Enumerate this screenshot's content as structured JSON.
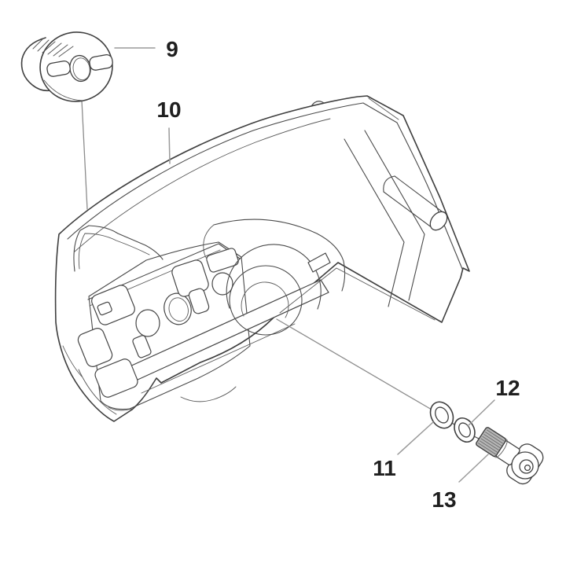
{
  "diagram": {
    "type": "exploded-parts-diagram",
    "background_color": "#ffffff",
    "outline_color": "#3f3f3f",
    "leader_line_color": "#9a9a9a",
    "label_color": "#1f1f1f",
    "spline_fill_color": "#b5b5b5",
    "parts": [
      {
        "label": "9"
      },
      {
        "label": "10"
      },
      {
        "label": "11"
      },
      {
        "label": "12"
      },
      {
        "label": "13"
      }
    ]
  }
}
